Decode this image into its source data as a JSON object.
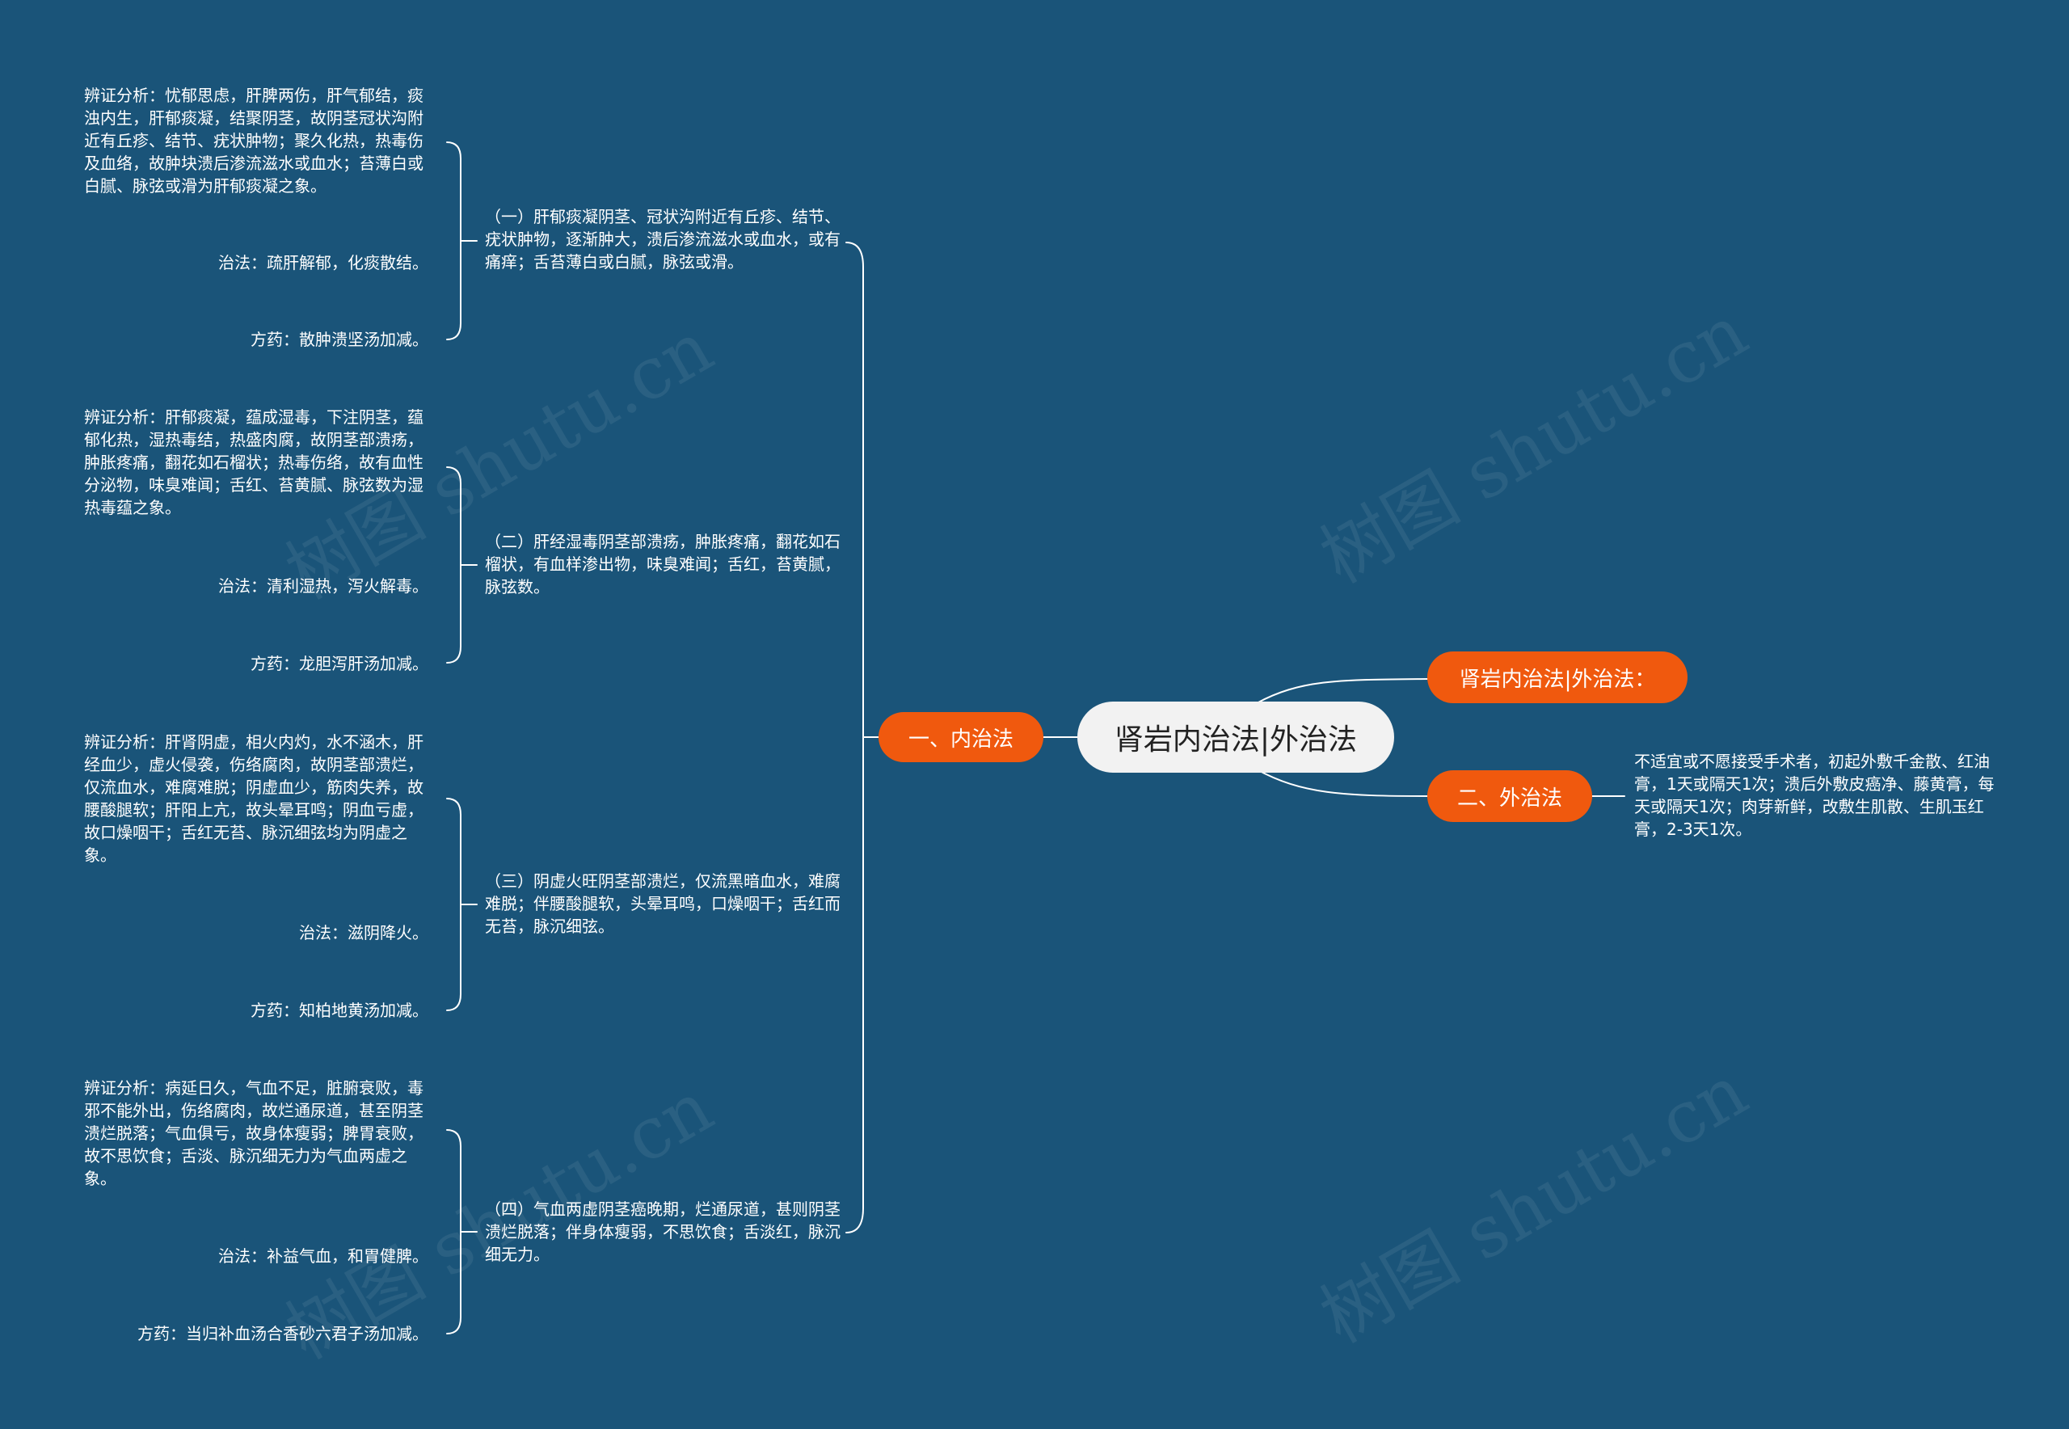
{
  "root": {
    "label": "肾岩内治法|外治法"
  },
  "title_node": {
    "label": "肾岩内治法|外治法："
  },
  "internal": {
    "label": "一、内治法",
    "groups": [
      {
        "summary": "（一）肝郁痰凝阴茎、冠状沟附近有丘疹、结节、疣状肿物，逐渐肿大，溃后渗流滋水或血水，或有痛痒；舌苔薄白或白腻，脉弦或滑。",
        "analysis": "辨证分析：忧郁思虑，肝脾两伤，肝气郁结，痰浊内生，肝郁痰凝，结聚阴茎，故阴茎冠状沟附近有丘疹、结节、疣状肿物；聚久化热，热毒伤及血络，故肿块溃后渗流滋水或血水；苔薄白或白腻、脉弦或滑为肝郁痰凝之象。",
        "treatment": "治法：疏肝解郁，化痰散结。",
        "formula": "方药：散肿溃坚汤加减。"
      },
      {
        "summary": "（二）肝经湿毒阴茎部溃疡，肿胀疼痛，翻花如石榴状，有血样渗出物，味臭难闻；舌红，苔黄腻，脉弦数。",
        "analysis": "辨证分析：肝郁痰凝，蕴成湿毒，下注阴茎，蕴郁化热，湿热毒结，热盛肉腐，故阴茎部溃疡，肿胀疼痛，翻花如石榴状；热毒伤络，故有血性分泌物，味臭难闻；舌红、苔黄腻、脉弦数为湿热毒蕴之象。",
        "treatment": "治法：清利湿热，泻火解毒。",
        "formula": "方药：龙胆泻肝汤加减。"
      },
      {
        "summary": "（三）阴虚火旺阴茎部溃烂，仅流黑暗血水，难腐难脱；伴腰酸腿软，头晕耳鸣，口燥咽干；舌红而无苔，脉沉细弦。",
        "analysis": "辨证分析：肝肾阴虚，相火内灼，水不涵木，肝经血少，虚火侵袭，伤络腐肉，故阴茎部溃烂，仅流血水，难腐难脱；阴虚血少，筋肉失养，故腰酸腿软；肝阳上亢，故头晕耳鸣；阴血亏虚，故口燥咽干；舌红无苔、脉沉细弦均为阴虚之象。",
        "treatment": "治法：滋阴降火。",
        "formula": "方药：知柏地黄汤加减。"
      },
      {
        "summary": "（四）气血两虚阴茎癌晚期，烂通尿道，甚则阴茎溃烂脱落；伴身体瘦弱，不思饮食；舌淡红，脉沉细无力。",
        "analysis": "辨证分析：病延日久，气血不足，脏腑衰败，毒邪不能外出，伤络腐肉，故烂通尿道，甚至阴茎溃烂脱落；气血俱亏，故身体瘦弱；脾胃衰败，故不思饮食；舌淡、脉沉细无力为气血两虚之象。",
        "treatment": "治法：补益气血，和胃健脾。",
        "formula": "方药：当归补血汤合香砂六君子汤加减。"
      }
    ]
  },
  "external": {
    "label": "二、外治法",
    "detail": "不适宜或不愿接受手术者，初起外敷千金散、红油膏，1天或隔天1次；溃后外敷皮癌净、藤黄膏，每天或隔天1次；肉芽新鲜，改敷生肌散、生肌玉红膏，2-3天1次。"
  },
  "watermark": "树图 shutu.cn",
  "colors": {
    "background": "#1a5479",
    "accent": "#f0590e",
    "line": "#ffffff",
    "root_fill": "#f2f2f2"
  }
}
